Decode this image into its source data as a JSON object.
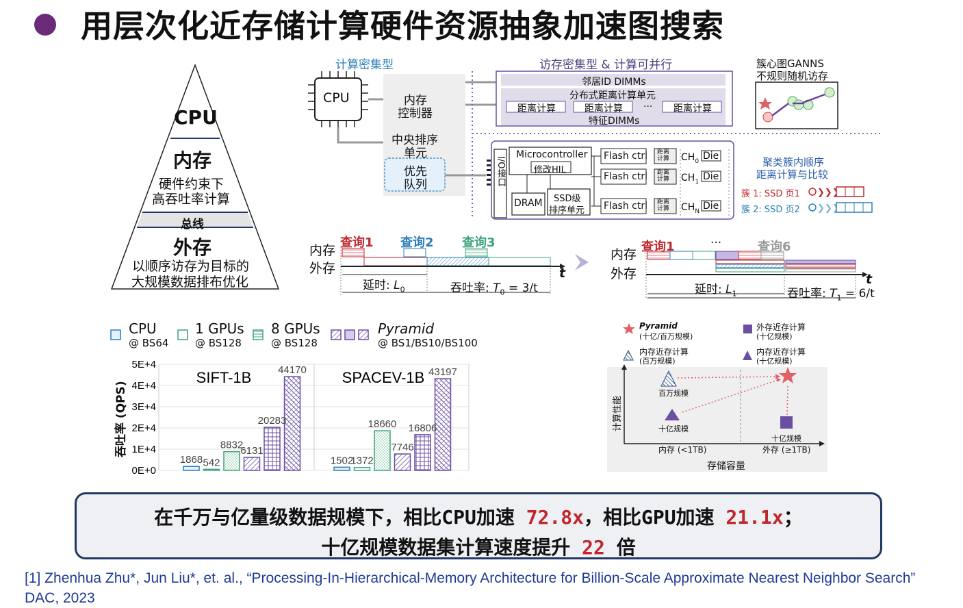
{
  "title": "用层次化近存储计算硬件资源抽象加速图搜索",
  "pyramid": {
    "cpu": "CPU",
    "mem": "内存",
    "mem_desc1": "硬件约束下",
    "mem_desc2": "高吞吐率计算",
    "bus": "总线",
    "ext": "外存",
    "ext_desc1": "以顺序访存为目标的",
    "ext_desc2": "大规模数据排布优化"
  },
  "arch": {
    "compute_dense": "计算密集型",
    "mem_dense": "访存密集型 & 计算可并行",
    "cpu": "CPU",
    "mem_ctrl1": "内存",
    "mem_ctrl2": "控制器",
    "sort1": "中央排序",
    "sort2": "单元",
    "pq1": "优先",
    "pq2": "队列",
    "neighbor_dimm": "邻居ID DIMMs",
    "dist_unit": "分布式距离计算单元",
    "dist_calc": "距离计算",
    "ellipsis": "···",
    "feat_dimm": "特征DIMMs",
    "microcontroller": "Microcontroller",
    "modify_hil": "修改HIL",
    "dram": "DRAM",
    "ssd_sort1": "SSD级",
    "ssd_sort2": "排序单元",
    "io": "I/O接口",
    "flash_ctrl": "Flash ctrl",
    "dist_small1": "距离",
    "dist_small2": "计算",
    "ch0": "CH",
    "ch0_sub": "0",
    "ch1_sub": "1",
    "chn_sub": "N",
    "die": "Die",
    "ganns1": "簇心图GANNS",
    "ganns2": "不规则随机访存",
    "cluster1": "聚类簇内顺序",
    "cluster2": "距离计算与比较",
    "c1": "簇 1: SSD 页1",
    "c2": "簇 2: SSD 页2"
  },
  "timeline": {
    "mem": "内存",
    "ext": "外存",
    "q1": "查询1",
    "q2": "查询2",
    "q3": "查询3",
    "q6": "查询6",
    "dots": "···",
    "latency0": "延时: ",
    "L0": "L",
    "L0sub": "0",
    "tp0": "吞吐率: ",
    "T0": "T",
    "T0sub": "0",
    "T0val": " = 3/t",
    "L1sub": "1",
    "T1sub": "1",
    "T1val": " = 6/t",
    "tp1": "吞吐率: ",
    "t": "t"
  },
  "legend": {
    "cpu": "CPU",
    "cpu_sub": "@ BS64",
    "gpu1": "1 GPUs",
    "gpu1_sub": "@ BS128",
    "gpu8": "8 GPUs",
    "gpu8_sub": "@ BS128",
    "pyramid": "Pyramid",
    "pyramid_sub": "@ BS1/BS10/BS100"
  },
  "chart_data": [
    {
      "type": "bar",
      "ylabel": "吞吐率 (QPS)",
      "ylim": [
        0,
        50000
      ],
      "yticks": [
        "0E+0",
        "1E+4",
        "2E+4",
        "3E+4",
        "4E+4",
        "5E+4"
      ],
      "groups": [
        {
          "name": "SIFT-1B",
          "values": [
            1868,
            542,
            8832,
            6131,
            20283,
            44170
          ]
        },
        {
          "name": "SPACEV-1B",
          "values": [
            1502,
            1372,
            18660,
            7746,
            16806,
            43197
          ]
        }
      ],
      "series_order": [
        "CPU @ BS64",
        "1 GPUs @ BS128",
        "8 GPUs @ BS128",
        "Pyramid @ BS1",
        "Pyramid @ BS10",
        "Pyramid @ BS100"
      ]
    },
    {
      "type": "scatter",
      "xlabel": "存储容量",
      "ylabel": "计算性能",
      "x_ticks": [
        "内存 (<1TB)",
        "外存 (≥1TB)"
      ],
      "points": [
        {
          "label": "百万规模",
          "kind": "内存近存计算 (百万规模)"
        },
        {
          "label": "十亿规模",
          "kind": "内存近存计算 (十亿规模)"
        },
        {
          "label": "十亿规模",
          "kind": "外存近存计算 (十亿规模)"
        },
        {
          "label": "",
          "kind": "Pyramid (十亿/百万规模)"
        }
      ],
      "legend": [
        {
          "name": "Pyramid",
          "sub": "(十亿/百万规模)"
        },
        {
          "name": "外存近存计算",
          "sub": "(十亿规模)"
        },
        {
          "name": "内存近存计算",
          "sub": "(百万规模)"
        },
        {
          "name": "内存近存计算",
          "sub": "(十亿规模)"
        }
      ]
    }
  ],
  "summary": {
    "l1a": "在千万与亿量级数据规模下，相比CPU加速 ",
    "l1b": "72.8x",
    "l1c": "，相比GPU加速 ",
    "l1d": "21.1x",
    "l1e": "；",
    "l2a": "十亿规模数据集计算速度提升 ",
    "l2b": "22",
    "l2c": " 倍"
  },
  "reference": "[1] Zhenhua Zhu*, Jun Liu*, et. al., “Processing-In-Hierarchical-Memory Architecture for Billion-Scale Approximate Nearest Neighbor Search” DAC, 2023",
  "colors": {
    "accent": "#6b2b7a",
    "red": "#c0272d",
    "blue": "#2a7fb8",
    "purple": "#6a4fa3",
    "green": "#3fa37a"
  }
}
